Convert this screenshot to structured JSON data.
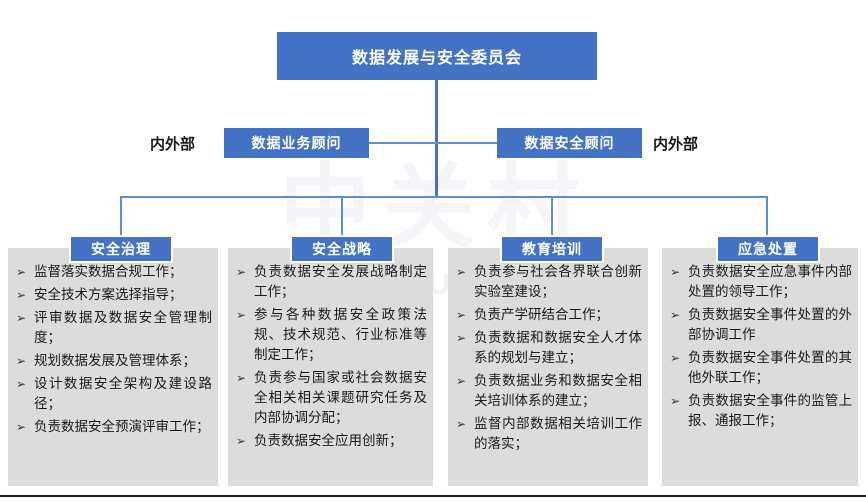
{
  "root": {
    "label": "数据发展与安全委员会"
  },
  "advisors": [
    {
      "label": "数据业务顾问",
      "side_label": "内外部"
    },
    {
      "label": "数据安全顾问",
      "side_label": "内外部"
    }
  ],
  "side_labels": {
    "left": "内外部",
    "right": "内外部"
  },
  "watermark": {
    "big": "中关村",
    "small": "MEIHUANG"
  },
  "colors": {
    "box_fill": "#4472C4",
    "box_text": "#FFFFFF",
    "panel_fill": "#DCDCDC",
    "connector": "#4472C4",
    "connector_thin": "#5B8FD4"
  },
  "bullet_marker": "➢",
  "pillars": [
    {
      "title": "安全治理",
      "items": [
        "监督落实数据合规工作；",
        "安全技术方案选择指导；",
        "评审数据及数据安全管理制度；",
        "规划数据发展及管理体系；",
        "设计数据安全架构及建设路径；",
        "负责数据安全预演评审工作；"
      ]
    },
    {
      "title": "安全战略",
      "items": [
        "负责数据安全发展战略制定工作；",
        "参与各种数据安全政策法规、技术规范、行业标准等制定工作；",
        "负责参与国家或社会数据安全相关相关课题研究任务及内部协调分配；",
        "负责数据安全应用创新；"
      ]
    },
    {
      "title": "教育培训",
      "items": [
        "负责参与社会各界联合创新实验室建设；",
        "负责产学研结合工作；",
        "负责数据和数据安全人才体系的规划与建立；",
        "负责数据业务和数据安全相关培训体系的建立；",
        "监督内部数据相关培训工作的落实；"
      ]
    },
    {
      "title": "应急处置",
      "items": [
        "负责数据安全应急事件内部处置的领导工作；",
        "负责数据安全事件处置的外部协调工作",
        "负责数据安全事件处置的其他外联工作；",
        "负责数据安全事件的监管上报、通报工作；"
      ]
    }
  ]
}
